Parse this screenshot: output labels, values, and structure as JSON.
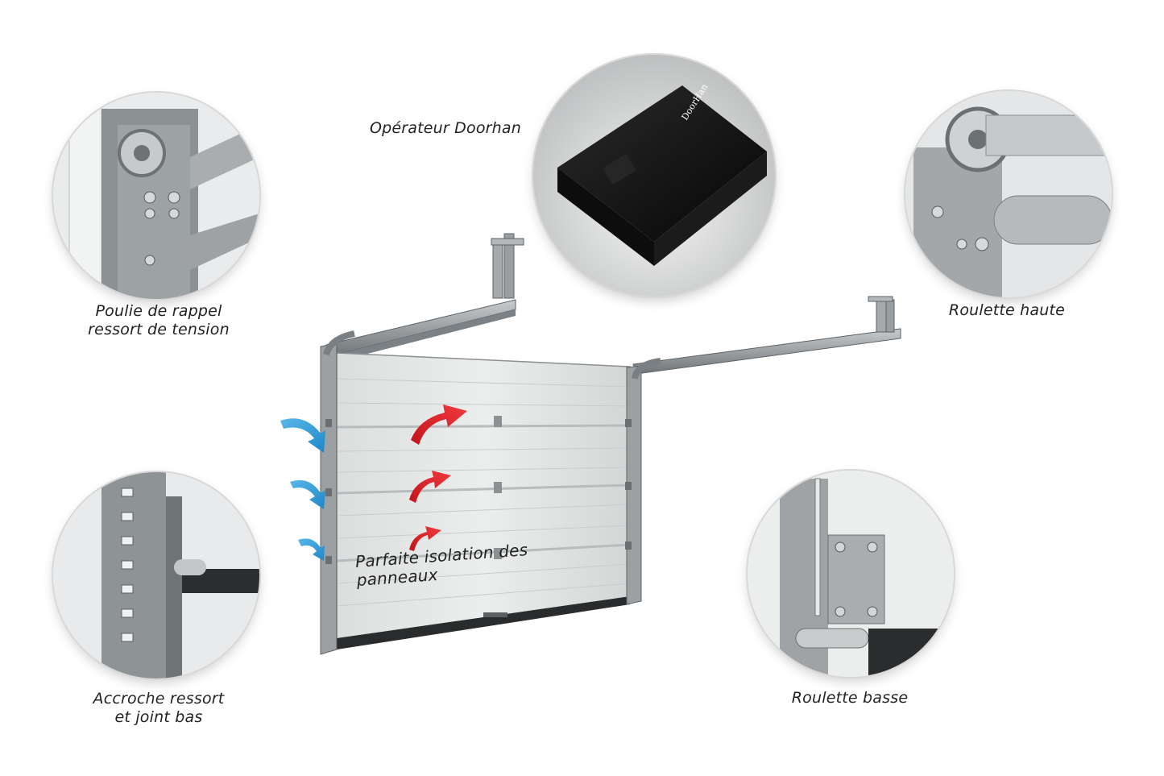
{
  "labels": {
    "operator": "Opérateur Doorhan",
    "top_pulley": [
      "Poulie de rappel",
      "ressort de tension"
    ],
    "top_roller": "Roulette haute",
    "spring_hook": [
      "Accroche ressort",
      "et joint bas"
    ],
    "bottom_roller": "Roulette basse",
    "insulation": "Parfaite isolation des panneaux"
  },
  "brand": {
    "logo_text": "DoorHan"
  },
  "colors": {
    "heat_arrow": "#e0242b",
    "cold_arrow": "#2e9ad6",
    "panel": "#e4e6e6",
    "frame": "#8e9397",
    "operator_body": "#141414"
  },
  "icons": {
    "heat_arrows": 3,
    "cold_arrows": 3
  }
}
